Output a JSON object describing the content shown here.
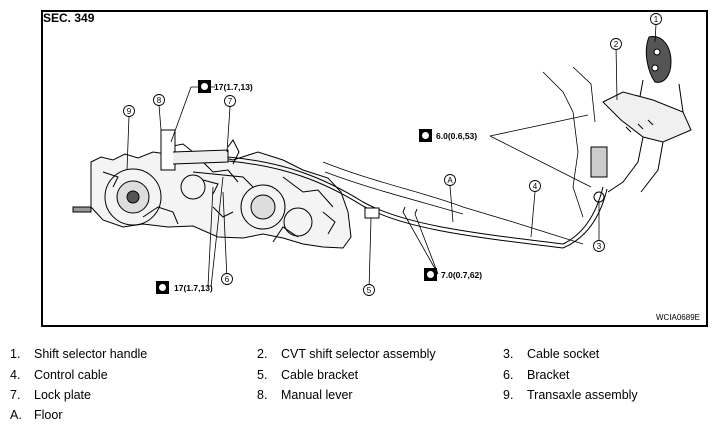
{
  "diagram": {
    "section": "SEC. 349",
    "figure_code": "WCIA0689E",
    "callouts": [
      "1",
      "2",
      "3",
      "4",
      "5",
      "6",
      "7",
      "8",
      "9",
      "A"
    ],
    "torques": [
      {
        "id": "t7",
        "text": "17(1.7,13)"
      },
      {
        "id": "t17b",
        "text": "17(1.7,13)"
      },
      {
        "id": "t6",
        "text": "6.0(0.6,53)"
      },
      {
        "id": "t70",
        "text": "7.0(0.7,62)"
      }
    ]
  },
  "legend": [
    {
      "num": "1.",
      "text": "Shift selector handle"
    },
    {
      "num": "2.",
      "text": "CVT shift selector assembly"
    },
    {
      "num": "3.",
      "text": "Cable socket"
    },
    {
      "num": "4.",
      "text": "Control cable"
    },
    {
      "num": "5.",
      "text": "Cable bracket"
    },
    {
      "num": "6.",
      "text": "Bracket"
    },
    {
      "num": "7.",
      "text": "Lock plate"
    },
    {
      "num": "8.",
      "text": "Manual lever"
    },
    {
      "num": "9.",
      "text": "Transaxle assembly"
    },
    {
      "num": "A.",
      "text": "Floor"
    }
  ]
}
